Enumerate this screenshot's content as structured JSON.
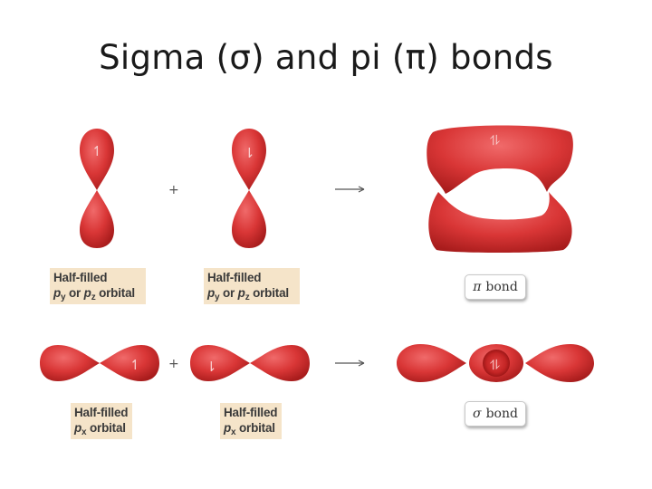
{
  "title": "Sigma (σ) and pi (π) bonds",
  "colors": {
    "lobe": "#d93636",
    "lobe_dark": "#b01f1f",
    "label_bg": "#f5e4c9",
    "arrow": "#555555"
  },
  "operators": {
    "plus": "+",
    "arrow": "⟶"
  },
  "spins": {
    "up": "↿",
    "down": "⇂",
    "pair": "⥮"
  },
  "labels": {
    "top_left": {
      "line1": "Half-filled",
      "sub_a": "y",
      "or": "or",
      "sub_b": "z",
      "orbital": "orbital"
    },
    "top_right": {
      "line1": "Half-filled",
      "sub_a": "y",
      "or": "or",
      "sub_b": "z",
      "orbital": "orbital"
    },
    "bottom_left": {
      "line1": "Half-filled",
      "sub": "x",
      "orbital": "orbital"
    },
    "bottom_right": {
      "line1": "Half-filled",
      "sub": "x",
      "orbital": "orbital"
    }
  },
  "bonds": {
    "pi": {
      "symbol": "π",
      "word": "bond"
    },
    "sigma": {
      "symbol": "σ",
      "word": "bond"
    }
  }
}
